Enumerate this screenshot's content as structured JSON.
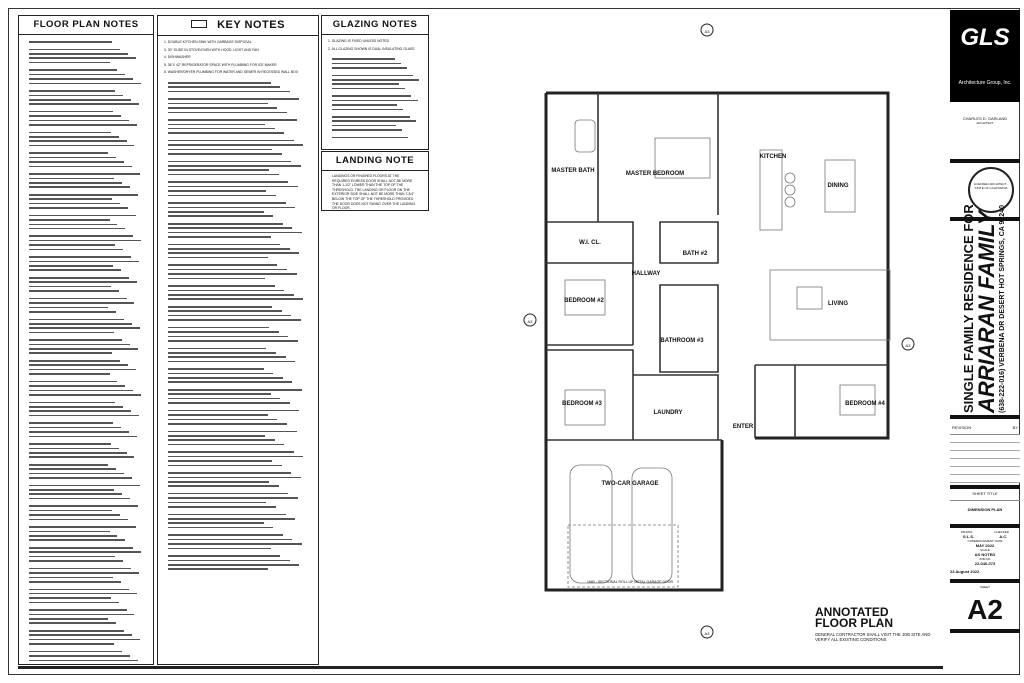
{
  "floor_plan_notes": {
    "title": "FLOOR PLAN NOTES"
  },
  "key_notes": {
    "title": "KEY NOTES",
    "items": [
      "1. DOUBLE KITCHEN SINK WITH GARBAGE DISPOSAL",
      "3. 30\" SLIDE IN STOVE/OVEN WITH HOOD, LIGHT AND FAN",
      "4. DISHWASHER",
      "5. 36\"x 42\" REFRIGERATOR SPACE WITH PLUMBING FOR ICE MAKER",
      "6. WASHER/DRYER PLUMBING FOR WATER AND SEWER IN RECESSED WALL BOX"
    ]
  },
  "glazing_notes": {
    "title": "GLAZING NOTES",
    "items": [
      "1. GLAZING IS FIXED UNLESS NOTED",
      "2. ALL GLAZING SHOWN IS DUAL INSULATING GLASS"
    ]
  },
  "landing_note": {
    "title": "LANDING NOTE",
    "text": "LANDINGS OR FINISHED FLOORS AT THE REQUIRED EGRESS DOOR SHALL NOT BE MORE THAN 1-1/2\" LOWER THAN THE TOP OF THE THRESHOLD. THE LANDING OR FLOOR ON THE EXTERIOR SIDE SHALL NOT BE MORE THAN 7-3/4\" BELOW THE TOP OF THE THRESHOLD PROVIDED THE DOOR DOES NOT SWING OVER THE LANDING OR FLOOR."
  },
  "plan": {
    "rooms": {
      "master_bath": "MASTER BATH",
      "master_bedroom": "MASTER BEDROOM",
      "kitchen": "KITCHEN",
      "dining": "DINING",
      "wicl": "W.I. CL.",
      "bath2": "BATH #2",
      "hallway": "HALLWAY",
      "bedroom2": "BEDROOM #2",
      "living": "LIVING",
      "bathroom3": "BATHROOM #3",
      "bedroom3": "BEDROOM #3",
      "laundry": "LAUNDRY",
      "enter": "ENTER",
      "bedroom4": "BEDROOM #4",
      "garage": "TWO-CAR GARAGE"
    },
    "garage_door": "1680 - SECTIONAL ROLL UP METAL GARAGE DOOR",
    "section_markers": [
      "A3",
      "A3",
      "A3",
      "A3"
    ]
  },
  "drawing_title": {
    "line1": "ANNOTATED",
    "line2": "FLOOR PLAN",
    "note": "GENERAL CONTRACTOR SHALL VISIT THE JOB SITE AND VERIFY ALL EXISTING CONDITIONS"
  },
  "title_block": {
    "logo": "GLS",
    "logo_sub": "Architecture Group, Inc.",
    "architect": "CHARLES D. GARLAND",
    "architect_role": "ARCHITECT",
    "stamp": "LICENSED ARCHITECT - STATE OF CALIFORNIA",
    "project_line1": "SINGLE FAMILY RESIDENCE FOR",
    "project_line2": "ARRIARAN FAMILY",
    "project_line3": "(638-222-016)   VERBENA DR  DESERT HOT SPRINGS, CA 92240",
    "revision_label": "REVISION",
    "by_label": "BY",
    "sheet_title_label": "SHEET TITLE",
    "sheet_title": "DIMENSION PLAN",
    "drawn_label": "DRAWN",
    "drawn": "G.L.S.",
    "checked_label": "CHECKED",
    "checked": "A.C.",
    "commencement_label": "COMMENCEMENT DATE",
    "commencement": "MAY 2022",
    "scale_label": "SCALE",
    "scale": "AS NOTED",
    "job_label": "JOB NO.",
    "job": "22-046-073",
    "date": "23 August 2022",
    "sheet_label": "SHEET",
    "sheet": "A2"
  }
}
